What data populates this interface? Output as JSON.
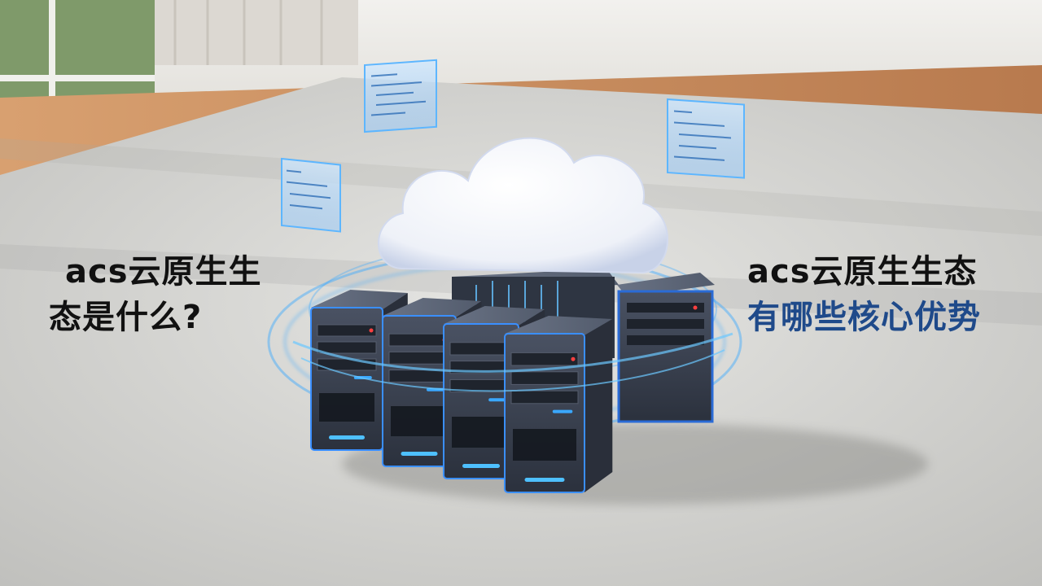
{
  "captions": {
    "left_line1": "acs云原生生",
    "left_line2": "态是什么?",
    "right_line1": "acs云原生生态",
    "right_line2": "有哪些核心优势"
  },
  "colors": {
    "left_text": "#111111",
    "right_line1": "#111111",
    "right_line2": "#1f4a8a",
    "accent_glow": "#3aa8ff",
    "server_body": "#3a4150",
    "cloud": "#f4f6fb",
    "carpet": "#d4d4d1",
    "floor": "#c98f5f"
  },
  "scene": {
    "server_count": 6,
    "hologram_panels": 3
  }
}
